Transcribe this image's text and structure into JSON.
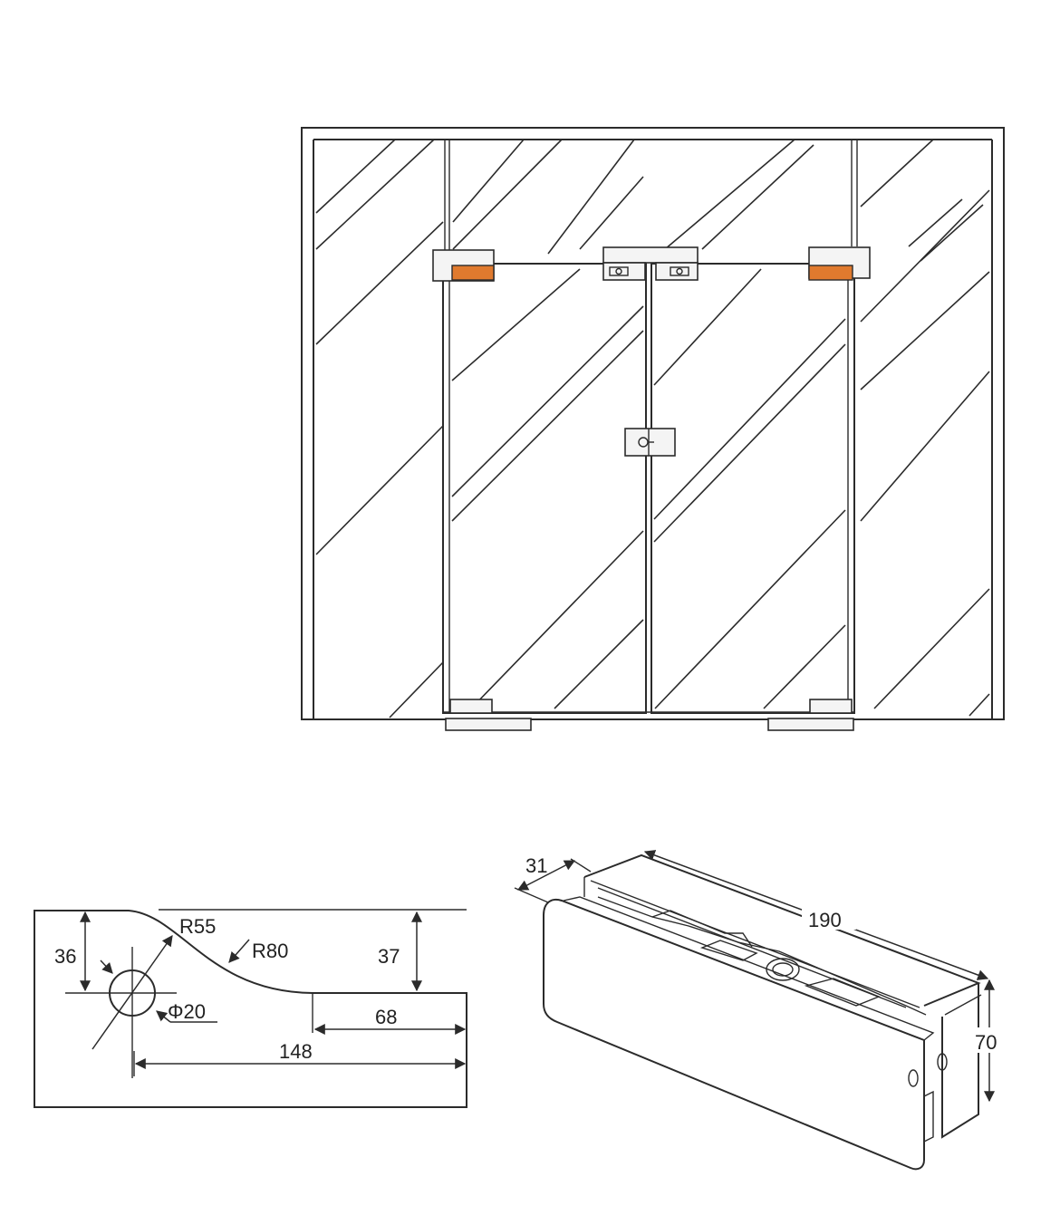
{
  "colors": {
    "line": "#2b2b2b",
    "pivot_patch": "#e07a2e",
    "fitting_fill": "#f4f4f4"
  },
  "elevation": {
    "components": [
      "top-pivot-patch-left",
      "top-pivot-patch-right",
      "transom-patch-left",
      "transom-patch-right",
      "center-lock",
      "bottom-patch-left",
      "bottom-patch-right"
    ]
  },
  "profile": {
    "labels": {
      "r55": "R55",
      "r80": "R80",
      "d36": "36",
      "d37": "37",
      "hole": "Φ20",
      "d68": "68",
      "d148": "148"
    }
  },
  "clamp": {
    "labels": {
      "width": "31",
      "length": "190",
      "height": "70"
    }
  }
}
